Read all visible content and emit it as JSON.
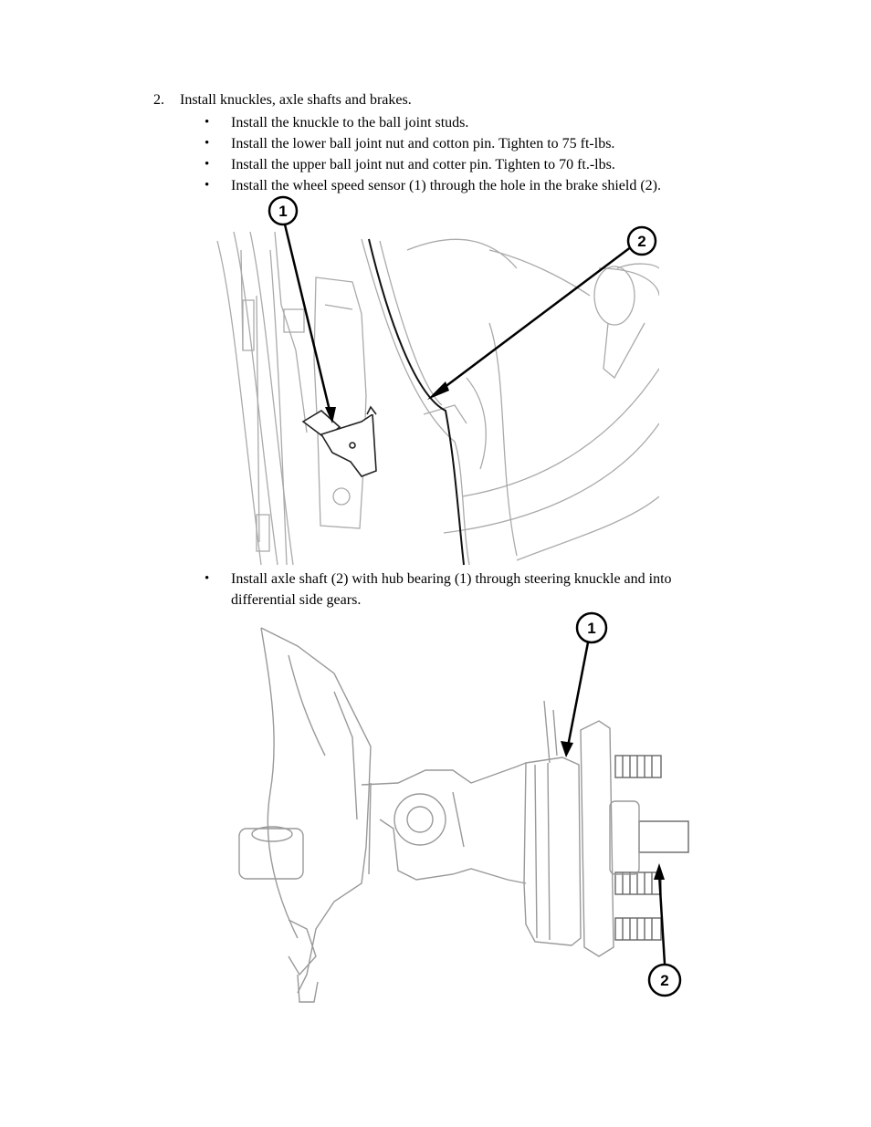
{
  "step": {
    "number": "2.",
    "title": "Install knuckles, axle shafts and brakes."
  },
  "bullets": [
    "Install the knuckle to the ball joint studs.",
    "Install the lower ball joint nut and cotton pin. Tighten to 75 ft-lbs.",
    "Install the upper ball joint nut and cotter pin. Tighten to 70 ft.-lbs.",
    "Install the wheel speed sensor (1) through the hole in the brake shield (2)."
  ],
  "bullet_symbol": "•",
  "figure1": {
    "callouts": [
      "1",
      "2"
    ],
    "subject": "wheel-speed-sensor-installation"
  },
  "bullet5": "Install axle shaft (2) with hub bearing (1) through steering knuckle and into differential side gears.",
  "figure2": {
    "callouts": [
      "1",
      "2"
    ],
    "subject": "axle-shaft-hub-bearing-installation"
  }
}
